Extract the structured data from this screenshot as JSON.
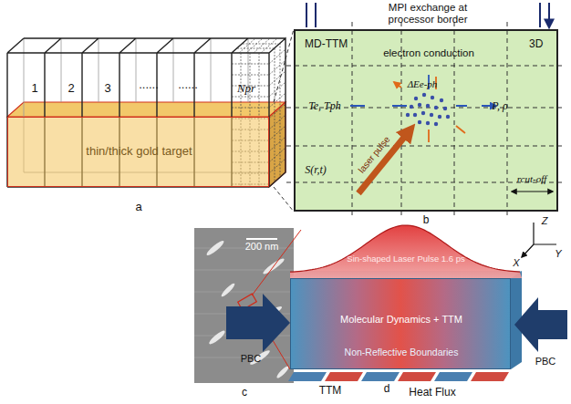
{
  "diagram": {
    "nodes": [
      {
        "text": [
          "thin/thick gold target"
        ]
      },
      {
        "text": [
          "MPI exchange at processor border",
          "MD-TTM",
          "3D"
        ]
      },
      {
        "text": [
          "Sin-shaped Laser Pulse 1.6 ps"
        ]
      },
      {
        "text": [
          "Molecular Dynamics + TTM",
          "Non-Reflective Boundaries"
        ]
      }
    ],
    "labels": [
      "1",
      "2",
      "3",
      "......",
      "......",
      "Npr",
      "a",
      "electron conduction",
      "Te, Tph",
      "ΔEe-ph",
      "P, ρ",
      "laser pulse",
      "S(r,t)",
      "rcut-off",
      "b",
      "200 nm",
      "c",
      "Z",
      "Y",
      "X",
      "PBC",
      "PBC",
      "TTM",
      "Heat Flux",
      "d"
    ]
  }
}
